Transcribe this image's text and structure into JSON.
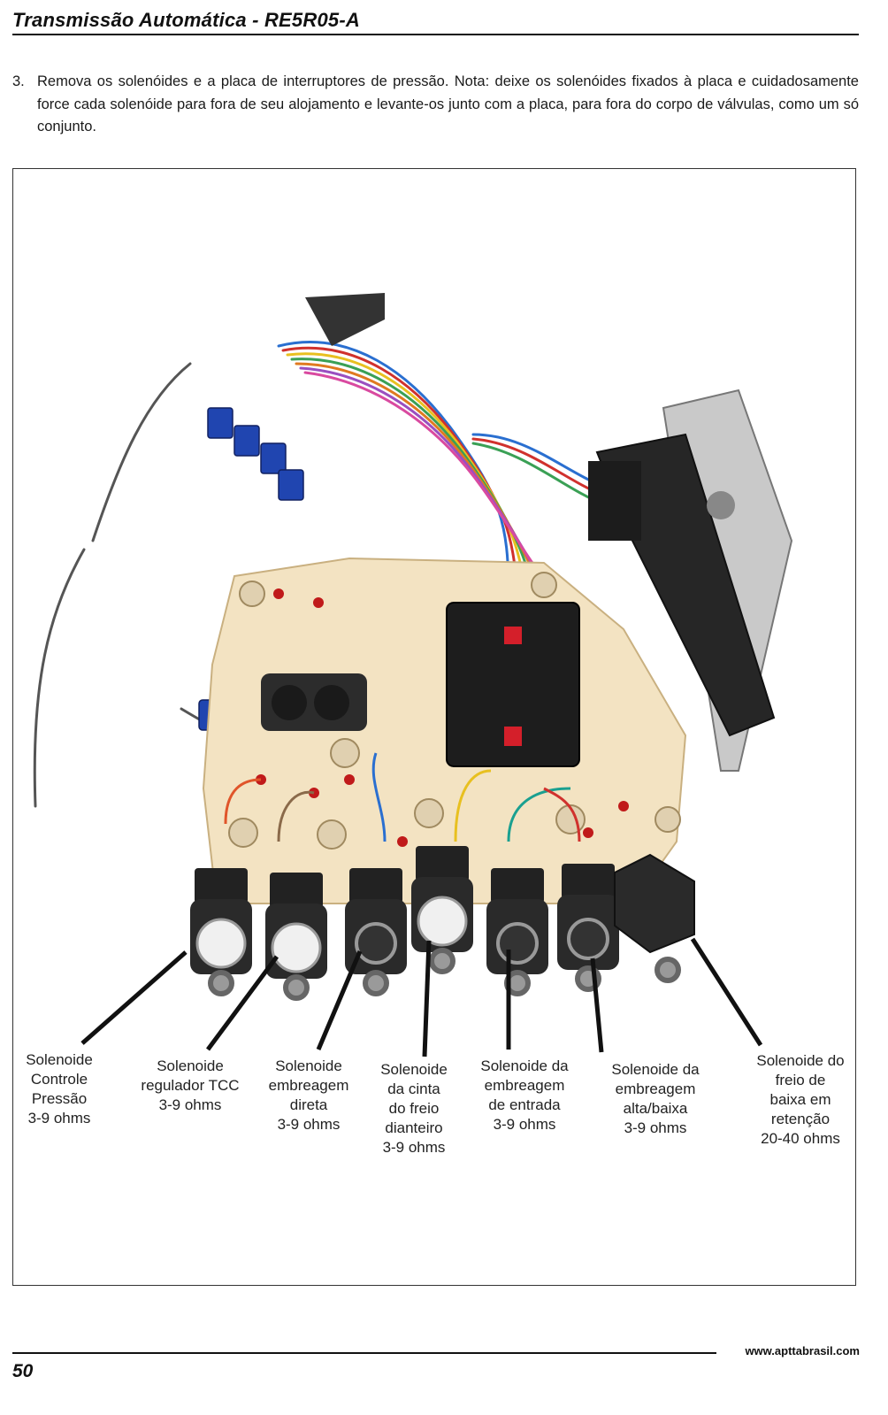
{
  "header": {
    "title": "Transmissão Automática - RE5R05-A"
  },
  "instruction": {
    "number": "3.",
    "text": "Remova os solenóides e a placa de interruptores de pressão. Nota: deixe os solenóides fixados à placa e cuidadosamente force cada solenóide para fora de seu alojamento e levante-os junto com a placa, para fora do corpo de válvulas, como um só conjunto."
  },
  "figure": {
    "labels": [
      {
        "lines": [
          "Solenoide",
          "Controle",
          "Pressão",
          "3-9 ohms"
        ]
      },
      {
        "lines": [
          "Solenoide",
          "regulador TCC",
          "3-9 ohms"
        ]
      },
      {
        "lines": [
          "Solenoide",
          "embreagem",
          "direta",
          "3-9 ohms"
        ]
      },
      {
        "lines": [
          "Solenoide",
          "da cinta",
          "do freio",
          "dianteiro",
          "3-9 ohms"
        ]
      },
      {
        "lines": [
          "Solenoide da",
          "embreagem",
          "de entrada",
          "3-9 ohms"
        ]
      },
      {
        "lines": [
          "Solenoide da",
          "embreagem",
          "alta/baixa",
          "3-9 ohms"
        ]
      },
      {
        "lines": [
          "Solenoide do",
          "freio de",
          "baixa em",
          "retenção",
          "20-40 ohms"
        ]
      }
    ]
  },
  "footer": {
    "page_number": "50",
    "url": "www.apttabrasil.com"
  }
}
